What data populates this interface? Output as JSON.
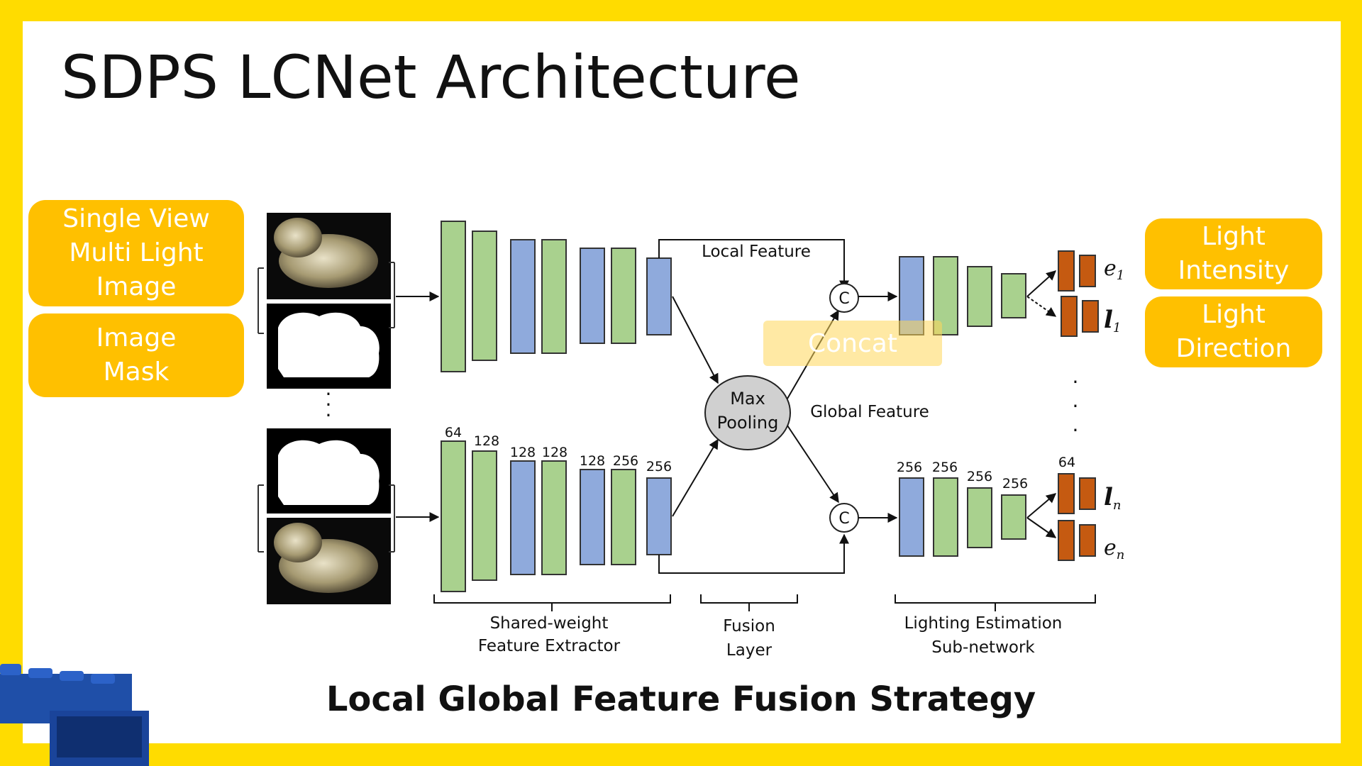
{
  "slide": {
    "title": "SDPS LCNet Architecture",
    "subtitle": "Local Global Feature Fusion Strategy",
    "input_labels": [
      "Single View\nMulti Light\nImage",
      "Image\nMask"
    ],
    "output_labels": [
      "Light\nIntensity",
      "Light\nDirection"
    ],
    "overlay_label": "Concat"
  },
  "diagram": {
    "local_feature": "Local Feature",
    "global_feature": "Global Feature",
    "max_pooling": [
      "Max",
      "Pooling"
    ],
    "concat_symbol": "C",
    "extractor_channels": [
      "64",
      "128",
      "128",
      "128",
      "128",
      "256",
      "256"
    ],
    "estimation_channels": [
      "256",
      "256",
      "256",
      "256",
      "64"
    ],
    "group_labels": {
      "extractor": [
        "Shared-weight",
        "Feature Extractor"
      ],
      "fusion": [
        "Fusion",
        "Layer"
      ],
      "estimation": [
        "Lighting Estimation",
        "Sub-network"
      ]
    },
    "outputs_top": [
      "e",
      "l"
    ],
    "outputs_top_sub": [
      "1",
      "1"
    ],
    "outputs_bottom": [
      "l",
      "e"
    ],
    "outputs_bottom_sub": [
      "n",
      "n"
    ],
    "ellipsis": "·"
  },
  "colors": {
    "slide_border": "#FFDC00",
    "pill": "#FFC000",
    "green_block": "#A9D18E",
    "blue_block": "#8FAADC",
    "orange_block": "#C55A11",
    "pooling_fill": "#D0D0D0",
    "lego_blue": "#1F4FA8"
  }
}
